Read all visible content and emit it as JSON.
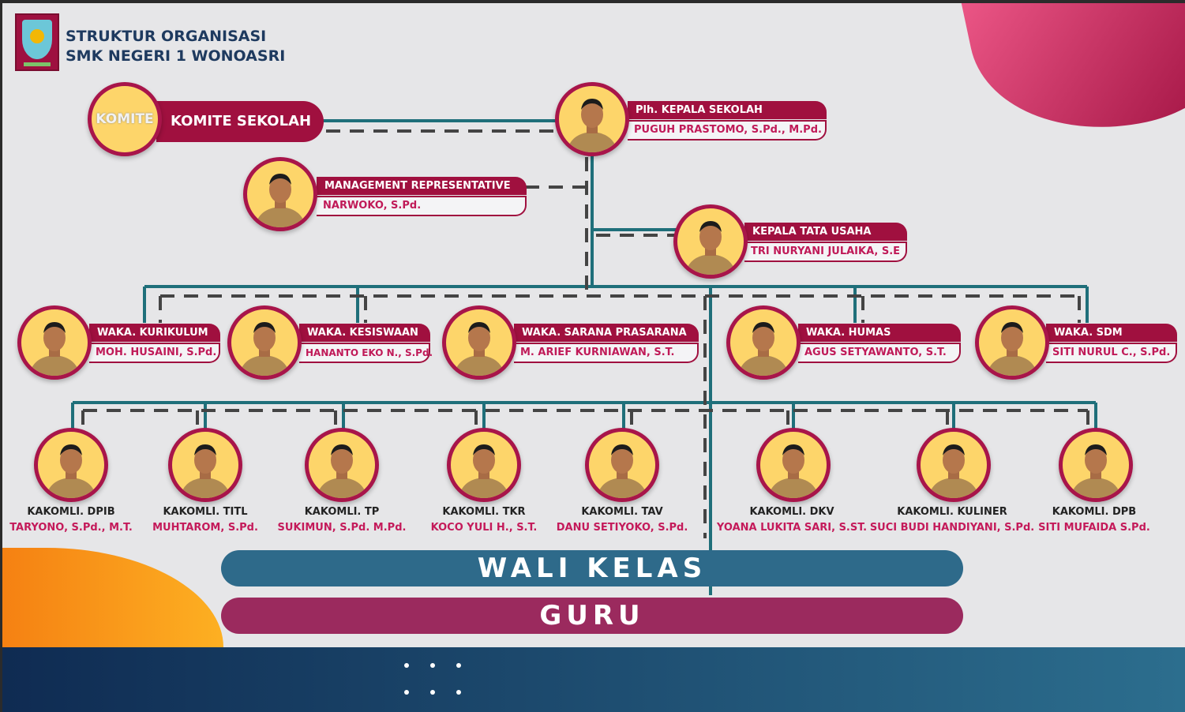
{
  "header": {
    "title_line1": "STRUKTUR ORGANISASI",
    "title_line2": "SMK NEGERI 1 WONOASRI"
  },
  "komite": {
    "badge": "KOMITE",
    "label": "KOMITE SEKOLAH"
  },
  "head": {
    "role": "Plh. KEPALA SEKOLAH",
    "name": "PUGUH PRASTOMO, S.Pd., M.Pd."
  },
  "management_rep": {
    "role": "MANAGEMENT REPRESENTATIVE",
    "name": "NARWOKO, S.Pd."
  },
  "tata_usaha": {
    "role": "KEPALA TATA USAHA",
    "name": "TRI NURYANI JULAIKA, S.E"
  },
  "waka": [
    {
      "role": "WAKA. KURIKULUM",
      "name": "MOH. HUSAINI, S.Pd."
    },
    {
      "role": "WAKA. KESISWAAN",
      "name": "HANANTO EKO N., S.Pd."
    },
    {
      "role": "WAKA. SARANA PRASARANA",
      "name": "M. ARIEF KURNIAWAN, S.T."
    },
    {
      "role": "WAKA. HUMAS",
      "name": "AGUS SETYAWANTO, S.T."
    },
    {
      "role": "WAKA. SDM",
      "name": "SITI NURUL C., S.Pd."
    }
  ],
  "kakomli": [
    {
      "role": "KAKOMLI. DPIB",
      "name": "TARYONO, S.Pd., M.T."
    },
    {
      "role": "KAKOMLI. TITL",
      "name": "MUHTAROM, S.Pd."
    },
    {
      "role": "KAKOMLI. TP",
      "name": "SUKIMUN, S.Pd. M.Pd."
    },
    {
      "role": "KAKOMLI. TKR",
      "name": "KOCO YULI H., S.T."
    },
    {
      "role": "KAKOMLI. TAV",
      "name": "DANU SETIYOKO, S.Pd."
    },
    {
      "role": "KAKOMLI. DKV",
      "name": "YOANA LUKITA SARI, S.ST."
    },
    {
      "role": "KAKOMLI. KULINER",
      "name": "SUCI BUDI HANDIYANI, S.Pd."
    },
    {
      "role": "KAKOMLI. DPB",
      "name": "SITI MUFAIDA S.Pd."
    }
  ],
  "bars": {
    "wali_kelas": "WALI KELAS",
    "guru": "GURU"
  },
  "colors": {
    "maroon": "#a0103f",
    "teal": "#1f6f7a",
    "navy": "#1e3a5f",
    "yellow": "#fdd56a",
    "wali": "#2e6a8a",
    "guru": "#9b2a5e"
  }
}
